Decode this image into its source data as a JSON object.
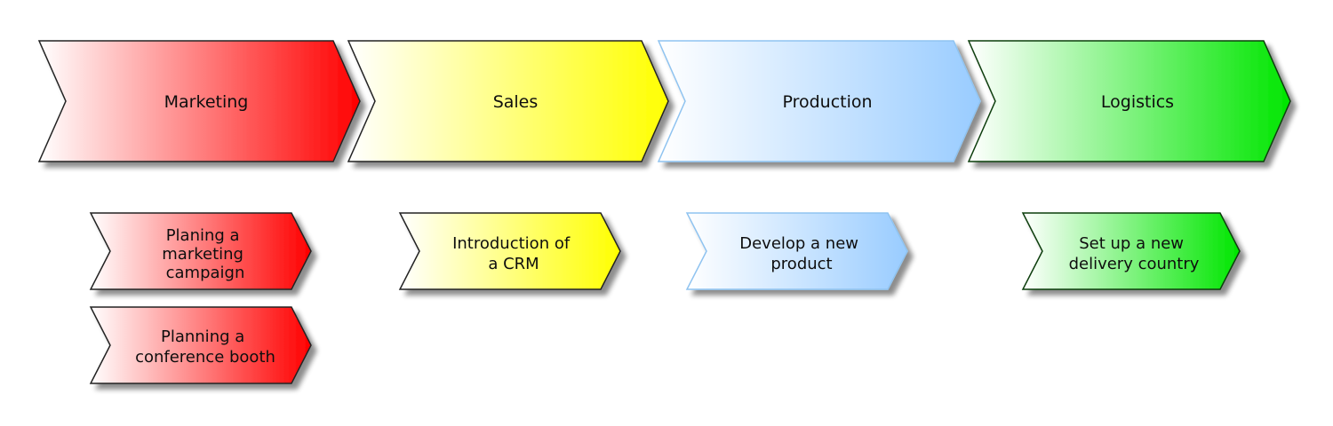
{
  "phases": [
    {
      "label": "Marketing",
      "color": "#ff0000",
      "border": "#222222",
      "tasks": [
        {
          "lines": [
            "Planing a",
            "marketing",
            "campaign"
          ]
        },
        {
          "lines": [
            "Planning a",
            "conference booth"
          ]
        }
      ]
    },
    {
      "label": "Sales",
      "color": "#ffff00",
      "border": "#222222",
      "tasks": [
        {
          "lines": [
            "Introduction of",
            "a CRM"
          ]
        }
      ]
    },
    {
      "label": "Production",
      "color": "#99ccff",
      "border": "#8fc3f0",
      "tasks": [
        {
          "lines": [
            "Develop a new",
            "product"
          ]
        }
      ]
    },
    {
      "label": "Logistics",
      "color": "#00e600",
      "border": "#0b3d0b",
      "tasks": [
        {
          "lines": [
            "Set up a new",
            "delivery country"
          ]
        }
      ]
    }
  ]
}
